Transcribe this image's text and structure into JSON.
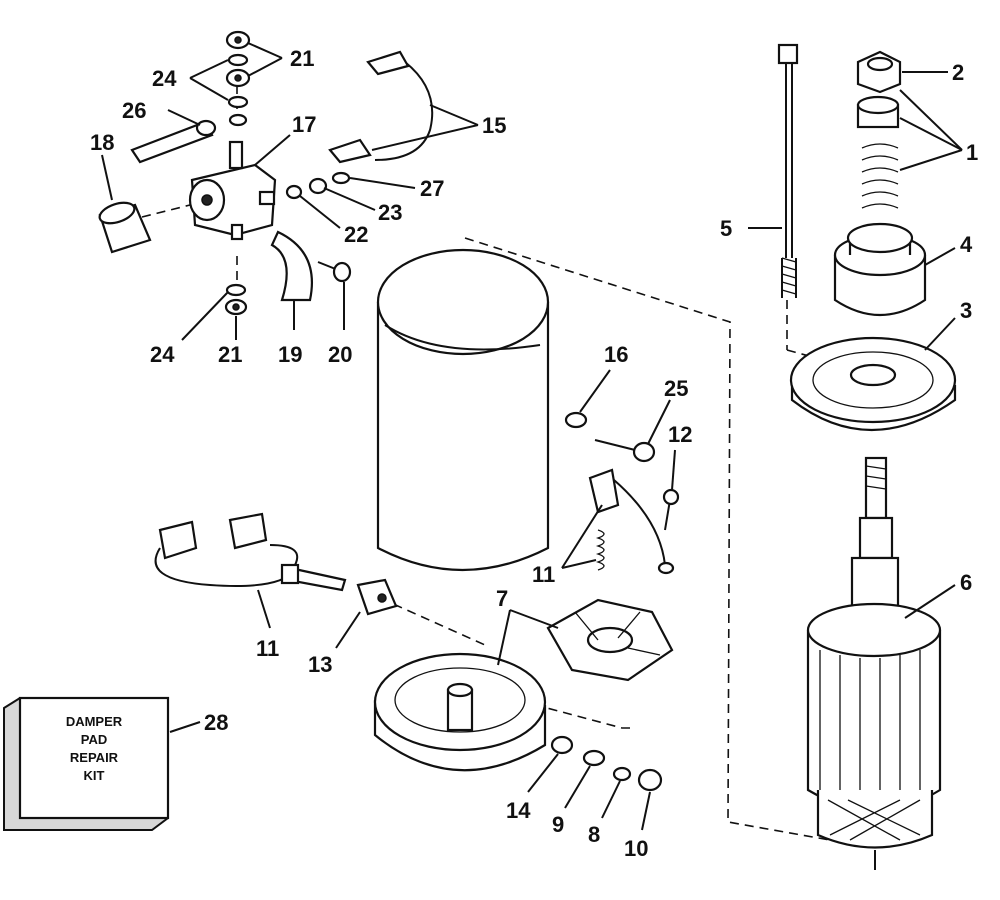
{
  "callouts": [
    {
      "id": "c1",
      "text": "1"
    },
    {
      "id": "c2",
      "text": "2"
    },
    {
      "id": "c3",
      "text": "3"
    },
    {
      "id": "c4",
      "text": "4"
    },
    {
      "id": "c5",
      "text": "5"
    },
    {
      "id": "c6",
      "text": "6"
    },
    {
      "id": "c7",
      "text": "7"
    },
    {
      "id": "c8",
      "text": "8"
    },
    {
      "id": "c9",
      "text": "9"
    },
    {
      "id": "c10",
      "text": "10"
    },
    {
      "id": "c11a",
      "text": "11"
    },
    {
      "id": "c11b",
      "text": "11"
    },
    {
      "id": "c12",
      "text": "12"
    },
    {
      "id": "c13",
      "text": "13"
    },
    {
      "id": "c14",
      "text": "14"
    },
    {
      "id": "c15",
      "text": "15"
    },
    {
      "id": "c16",
      "text": "16"
    },
    {
      "id": "c17",
      "text": "17"
    },
    {
      "id": "c18",
      "text": "18"
    },
    {
      "id": "c19",
      "text": "19"
    },
    {
      "id": "c20",
      "text": "20"
    },
    {
      "id": "c21a",
      "text": "21"
    },
    {
      "id": "c21b",
      "text": "21"
    },
    {
      "id": "c22",
      "text": "22"
    },
    {
      "id": "c23",
      "text": "23"
    },
    {
      "id": "c24a",
      "text": "24"
    },
    {
      "id": "c24b",
      "text": "24"
    },
    {
      "id": "c25",
      "text": "25"
    },
    {
      "id": "c26",
      "text": "26"
    },
    {
      "id": "c27",
      "text": "27"
    },
    {
      "id": "c28",
      "text": "28"
    }
  ],
  "kit_box": {
    "line1": "DAMPER",
    "line2": "PAD",
    "line3": "REPAIR",
    "line4": "KIT"
  }
}
